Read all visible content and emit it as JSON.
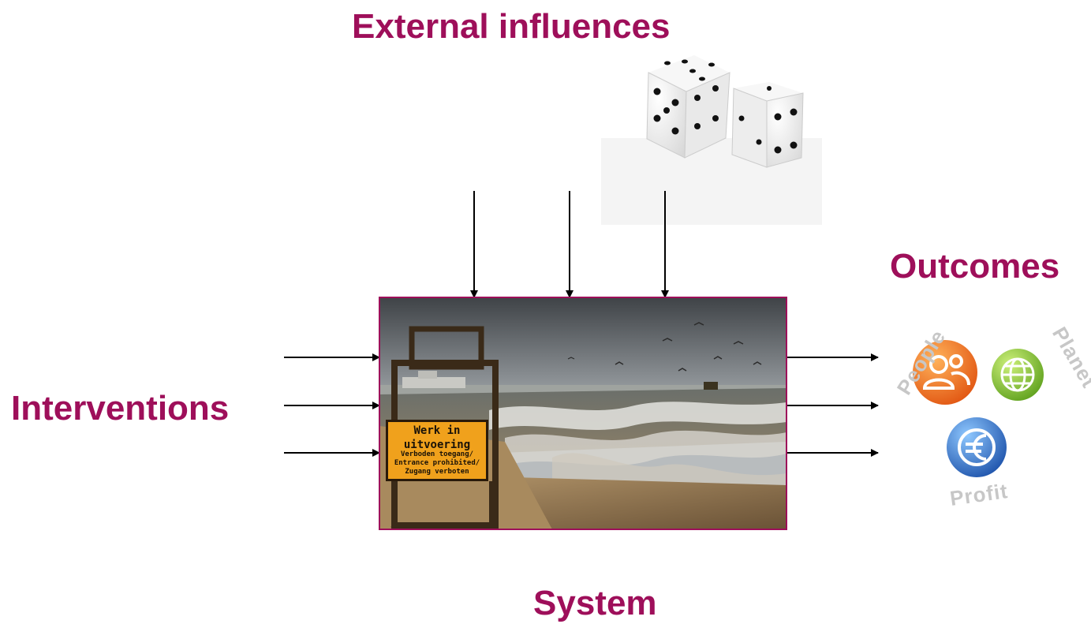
{
  "titles": {
    "external": "External influences",
    "outcomes": "Outcomes",
    "interventions": "Interventions",
    "system": "System"
  },
  "system_photo": {
    "sign_line1": "Werk in",
    "sign_line2": "uitvoering",
    "sign_line3": "Verboden toegang/",
    "sign_line4": "Entrance prohibited/",
    "sign_line5": "Zugang verboten"
  },
  "outcomes_logo": {
    "people": "People",
    "planet": "Planet",
    "profit": "Profit",
    "colors": {
      "people": "#ee6a1e",
      "planet": "#78b82a",
      "profit": "#2a6fc8"
    }
  },
  "colors": {
    "title": "#9e0f5a",
    "arrow": "#000000",
    "frame": "#9e0f5a"
  },
  "icons": {
    "dice": "dice-icon",
    "people": "people-icon",
    "planet": "globe-icon",
    "profit": "euro-icon"
  }
}
